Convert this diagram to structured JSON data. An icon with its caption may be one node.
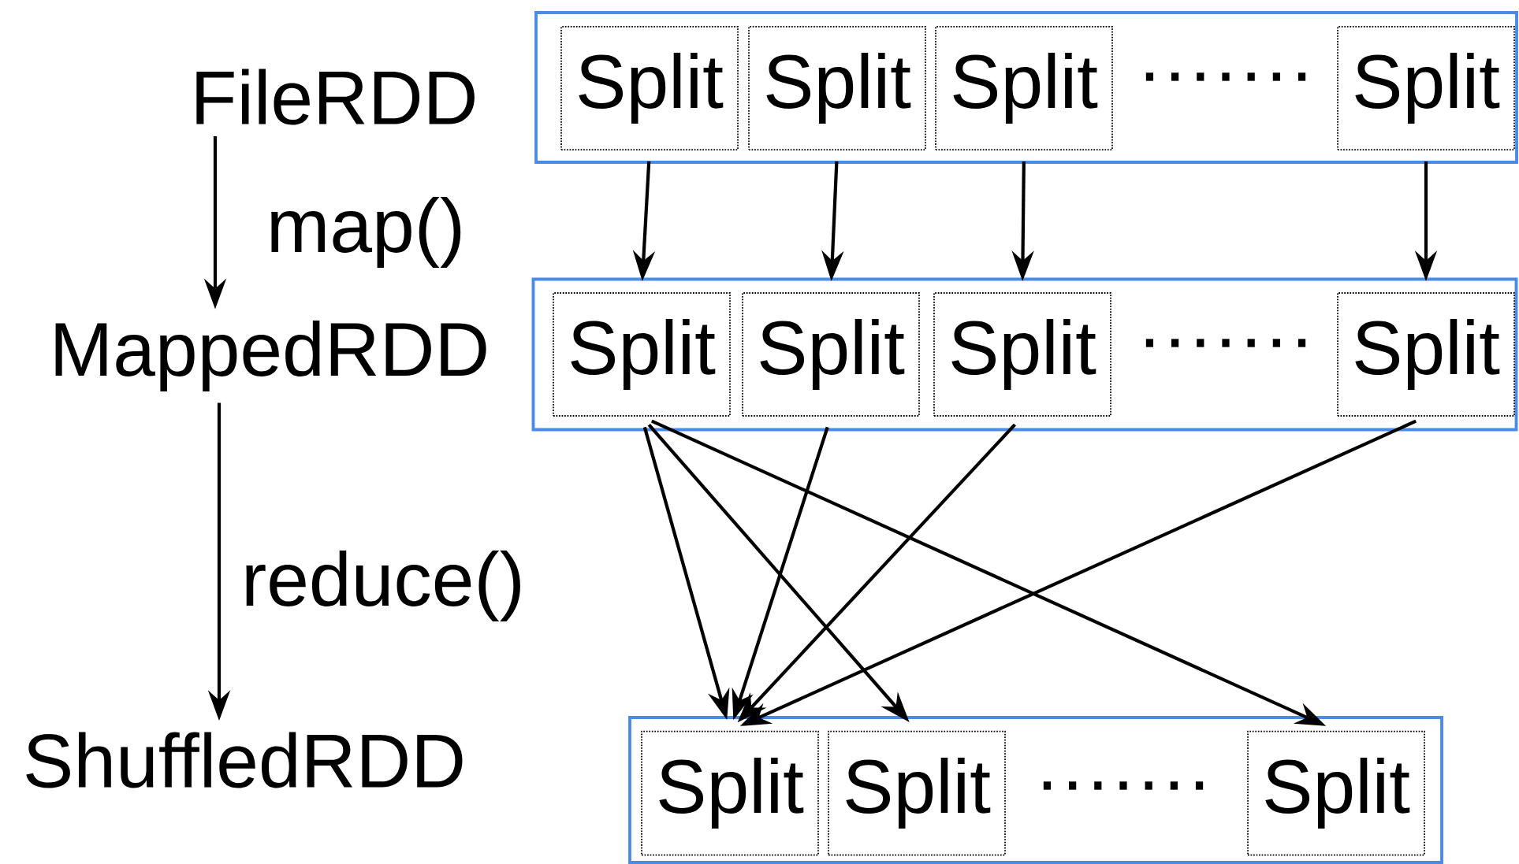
{
  "diagram": {
    "nodes": [
      {
        "text": [
          "FileRDD"
        ]
      },
      {
        "text": [
          "MappedRDD"
        ]
      },
      {
        "text": [
          "ShuffledRDD"
        ]
      },
      {
        "text": [],
        "shape": "box"
      },
      {
        "text": [
          "Split"
        ],
        "in": 3
      },
      {
        "text": [
          "Split"
        ],
        "in": 3
      },
      {
        "text": [
          "Split"
        ],
        "in": 3
      },
      {
        "text": [
          "Split"
        ],
        "in": 3
      },
      {
        "text": [],
        "shape": "box"
      },
      {
        "text": [
          "Split"
        ],
        "in": 8
      },
      {
        "text": [
          "Split"
        ],
        "in": 8
      },
      {
        "text": [
          "Split"
        ],
        "in": 8
      },
      {
        "text": [
          "Split"
        ],
        "in": 8
      },
      {
        "text": [],
        "shape": "box"
      },
      {
        "text": [
          "Split"
        ],
        "in": 13
      },
      {
        "text": [
          "Split"
        ],
        "in": 13
      },
      {
        "text": [
          "Split"
        ],
        "in": 13
      }
    ],
    "edges": [
      {
        "from": 0,
        "to": 1,
        "arrow": "to",
        "label": "map()"
      },
      {
        "from": 1,
        "to": 2,
        "arrow": "to",
        "label": "reduce()"
      },
      {
        "from": 4,
        "to": 9,
        "arrow": "to"
      },
      {
        "from": 5,
        "to": 10,
        "arrow": "to"
      },
      {
        "from": 6,
        "to": 11,
        "arrow": "to"
      },
      {
        "from": 7,
        "to": 12,
        "arrow": "to"
      },
      {
        "from": 9,
        "to": 14,
        "arrow": "to"
      },
      {
        "from": 9,
        "to": 15,
        "arrow": "to"
      },
      {
        "from": 9,
        "to": 16,
        "arrow": "to"
      },
      {
        "from": 10,
        "to": 14,
        "arrow": "to"
      },
      {
        "from": 11,
        "to": 14,
        "arrow": "to"
      },
      {
        "from": 12,
        "to": 14,
        "arrow": "to"
      }
    ],
    "labels": [
      "·······",
      "·······",
      "·······"
    ]
  }
}
